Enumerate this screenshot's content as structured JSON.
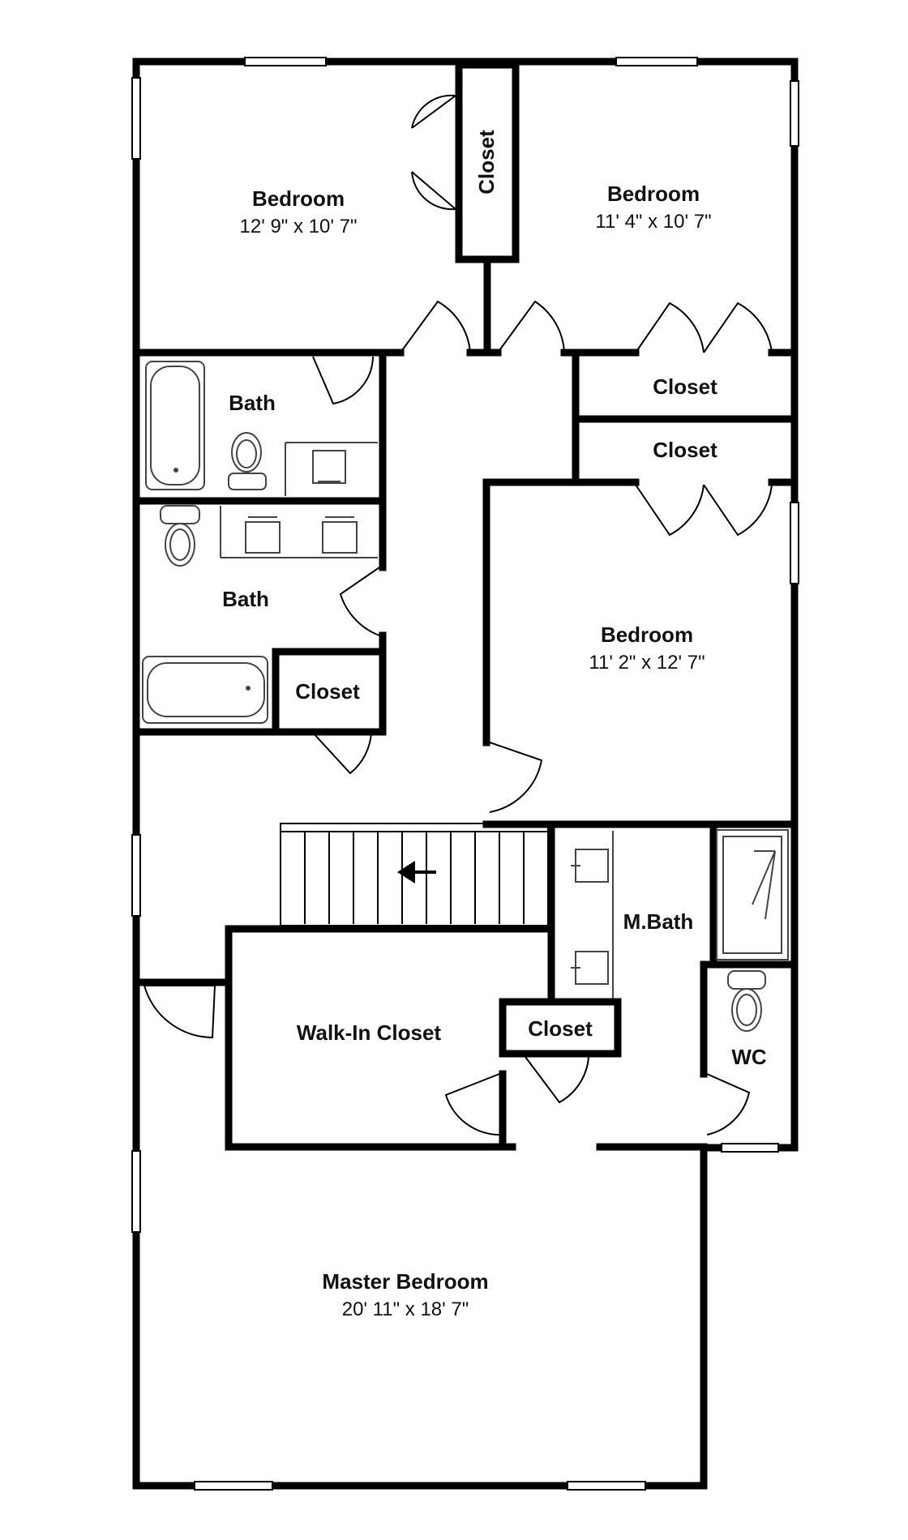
{
  "colors": {
    "wall": "#000000",
    "fixture": "#555555",
    "background": "#ffffff"
  },
  "rooms": {
    "bedroom_nw": {
      "name": "Bedroom",
      "dims": "12' 9\" x 10' 7\""
    },
    "closet_top": {
      "name": "Closet"
    },
    "bedroom_ne": {
      "name": "Bedroom",
      "dims": "11' 4\" x 10' 7\""
    },
    "closet_right_1": {
      "name": "Closet"
    },
    "closet_right_2": {
      "name": "Closet"
    },
    "bath_upper": {
      "name": "Bath"
    },
    "bath_lower": {
      "name": "Bath"
    },
    "closet_bath": {
      "name": "Closet"
    },
    "bedroom_east": {
      "name": "Bedroom",
      "dims": "11' 2\" x 12' 7\""
    },
    "master_bath": {
      "name": "M.Bath"
    },
    "walk_in_closet": {
      "name": "Walk-In Closet"
    },
    "closet_small": {
      "name": "Closet"
    },
    "wc": {
      "name": "WC"
    },
    "master_bedroom": {
      "name": "Master Bedroom",
      "dims": "20' 11\" x 18' 7\""
    }
  },
  "icons": {
    "stairs_arrow": "arrow-left-icon",
    "toilet": "toilet-icon",
    "bathtub": "bathtub-icon",
    "sink": "sink-icon",
    "shower": "shower-icon",
    "door": "door-swing-icon"
  }
}
